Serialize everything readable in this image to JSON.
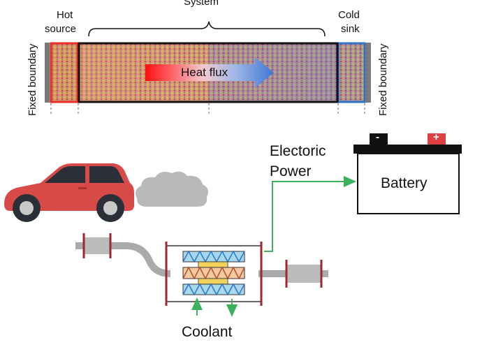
{
  "top_panel": {
    "system_label": "System",
    "hot_label_line1": "Hot",
    "hot_label_line2": "source",
    "cold_label_line1": "Cold",
    "cold_label_line2": "sink",
    "left_boundary_label": "Fixed boundary",
    "right_boundary_label": "Fixed boundary",
    "heat_flux_label": "Heat flux"
  },
  "bottom_panel": {
    "power_label_line1": "Electoric",
    "power_label_line2": "Power",
    "battery_label": "Battery",
    "negative_terminal": "-",
    "positive_terminal": "+",
    "coolant_label": "Coolant"
  },
  "colors": {
    "hot": "#e8302a",
    "cold": "#2f74c9",
    "car_body": "#d84a48",
    "power_line": "#3cb05a",
    "exhaust_gray": "#b9b9b9",
    "pipe_gray": "#aaaaaa"
  }
}
